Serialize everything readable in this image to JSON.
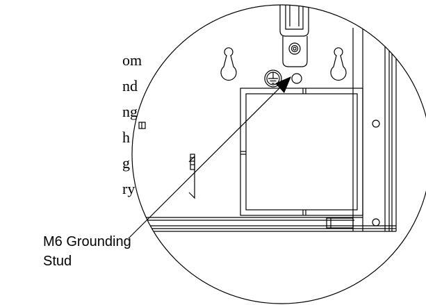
{
  "colors": {
    "line": "#000000",
    "background": "#ffffff"
  },
  "body_text_fragments": [
    "om",
    "nd",
    "ng",
    "h a",
    "g",
    "ry"
  ],
  "callout": {
    "line1": "M6 Grounding",
    "line2": "Stud"
  },
  "icons": {
    "ground": "ground-symbol-icon"
  }
}
